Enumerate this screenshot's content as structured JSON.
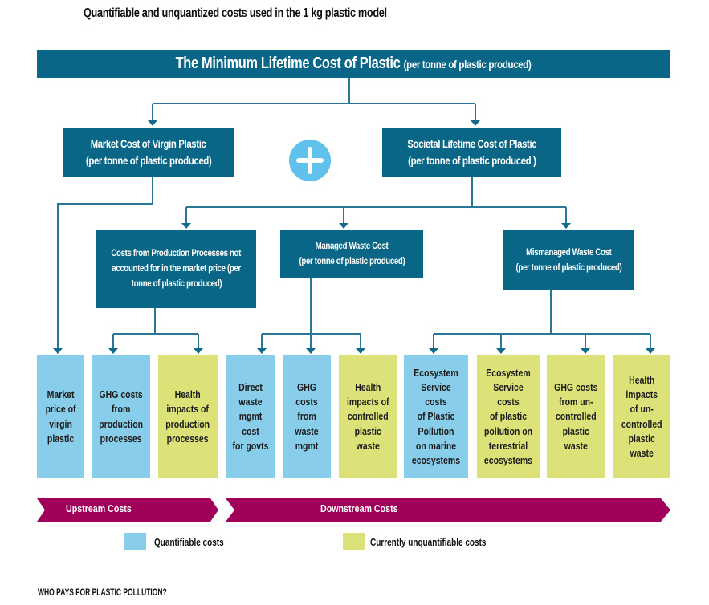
{
  "caption": "Quantifiable and unquantized costs used in the 1 kg plastic model",
  "top": {
    "title": "The Minimum Lifetime Cost of Plastic",
    "subtitle": "(per tonne of plastic produced)"
  },
  "level1": {
    "market": {
      "line1": "Market Cost of Virgin Plastic",
      "line2": "(per tonne of plastic produced)"
    },
    "plus_icon": "plus-icon",
    "societal": {
      "line1": "Societal Lifetime Cost of Plastic",
      "line2": "(per tonne of plastic produced )"
    }
  },
  "level2": {
    "production": {
      "line1": "Costs from Production Processes not",
      "line2": "accounted for in the market price (per",
      "line3": "tonne of plastic produced)"
    },
    "managed": {
      "line1": "Managed Waste Cost",
      "line2": "(per tonne of plastic produced)"
    },
    "mismanaged": {
      "line1": "Mismanaged Waste Cost",
      "line2": "(per tonne of plastic produced)"
    }
  },
  "leaves": [
    {
      "text": "Market price of virgin plastic",
      "lines": [
        "Market",
        "price of",
        "virgin",
        "plastic"
      ],
      "category": "quantifiable"
    },
    {
      "text": "GHG costs from production processes",
      "lines": [
        "GHG costs",
        "from",
        "production",
        "processes"
      ],
      "category": "quantifiable"
    },
    {
      "text": "Health impacts of production processes",
      "lines": [
        "Health",
        "impacts of",
        "production",
        "processes"
      ],
      "category": "unquantifiable"
    },
    {
      "text": "Direct waste mgmt cost for govts",
      "lines": [
        "Direct",
        "waste",
        "mgmt cost",
        "for govts"
      ],
      "category": "quantifiable"
    },
    {
      "text": "GHG costs from waste mgmt",
      "lines": [
        "GHG costs",
        "from",
        "waste",
        "mgmt"
      ],
      "category": "quantifiable"
    },
    {
      "text": "Health impacts of controlled plastic waste",
      "lines": [
        "Health",
        "impacts of",
        "controlled",
        "plastic",
        "waste"
      ],
      "category": "unquantifiable"
    },
    {
      "text": "Ecosystem Service costs of Plastic Pollution on marine ecosystems",
      "lines": [
        "Ecosystem",
        "Service costs",
        "of Plastic",
        "Pollution",
        "on marine",
        "ecosystems"
      ],
      "category": "quantifiable"
    },
    {
      "text": "Ecosystem Service costs of plastic pollution on terrestrial ecosystems",
      "lines": [
        "Ecosystem",
        "Service costs",
        "of plastic",
        "pollution on",
        "terrestrial",
        "ecosystems"
      ],
      "category": "unquantifiable"
    },
    {
      "text": "GHG costs from un-controlled plastic waste",
      "lines": [
        "GHG costs",
        "from un-",
        "controlled",
        "plastic",
        "waste"
      ],
      "category": "unquantifiable"
    },
    {
      "text": "Health impacts of un-controlled plastic waste",
      "lines": [
        "Health",
        "impacts",
        "of un-",
        "controlled",
        "plastic",
        "waste"
      ],
      "category": "unquantifiable"
    }
  ],
  "bands": {
    "upstream": "Upstream Costs",
    "downstream": "Downstream Costs"
  },
  "legend": {
    "quantifiable": "Quantifiable costs",
    "unquantifiable": "Currently unquantifiable costs"
  },
  "footer_heading": "WHO PAYS FOR PLASTIC POLLUTION?",
  "colors": {
    "navy": "#0a6686",
    "quantifiable": "#88cdea",
    "unquantifiable": "#dde278",
    "band": "#a0005a",
    "plus": "#5fc1ec",
    "connector": "#1a6e8e"
  }
}
